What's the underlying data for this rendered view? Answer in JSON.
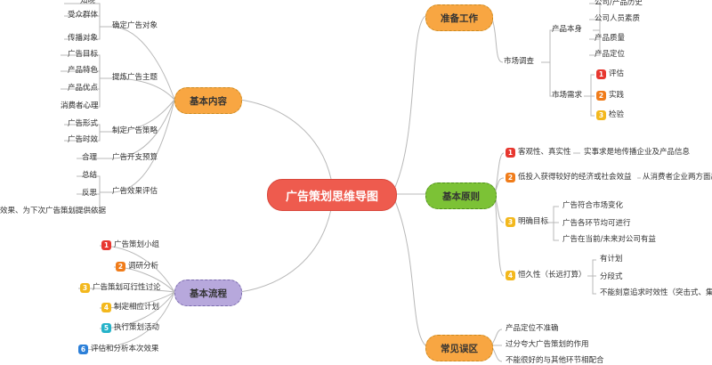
{
  "center": "广告策划思维导图",
  "branches": {
    "basic_content": {
      "label": "基本内容",
      "groups": {
        "target": {
          "label": "确定广告对象",
          "items": [
            "知晓",
            "受众群体",
            "传播对象"
          ]
        },
        "theme": {
          "label": "提炼广告主题",
          "items": [
            "广告目标",
            "产品特色",
            "产品优点",
            "消费者心理"
          ]
        },
        "strategy": {
          "label": "制定广告策略",
          "items": [
            "广告形式",
            "广告时效"
          ]
        },
        "budget": {
          "label": "广告开支预算",
          "items": [
            "合理"
          ]
        },
        "evaluate": {
          "label": "广告效果评估",
          "items": [
            "总结",
            "反思"
          ],
          "note": "效果、为下次广告策划提供依据"
        }
      }
    },
    "process": {
      "label": "基本流程",
      "items": [
        {
          "num": "1",
          "text": "广告策划小组"
        },
        {
          "num": "2",
          "text": "调研分析"
        },
        {
          "num": "3",
          "text": "广告策划可行性讨论"
        },
        {
          "num": "4",
          "text": "制定相应计划"
        },
        {
          "num": "5",
          "text": "执行策划活动"
        },
        {
          "num": "6",
          "text": "评估和分析本次效果"
        }
      ]
    },
    "preparation": {
      "label": "准备工作",
      "market": "市场调查",
      "product": {
        "label": "产品本身",
        "items": [
          "公司/产品历史",
          "公司人员素质",
          "产品质量",
          "产品定位"
        ]
      },
      "demand": {
        "label": "市场需求",
        "items": [
          {
            "num": "1",
            "text": "评估"
          },
          {
            "num": "2",
            "text": "实践"
          },
          {
            "num": "3",
            "text": "检验"
          }
        ]
      }
    },
    "principles": {
      "label": "基本原则",
      "items": [
        {
          "num": "1",
          "text": "客观性、真实性",
          "detail": [
            "实事求是地传播企业及产品信息"
          ]
        },
        {
          "num": "2",
          "text": "低投入获得较好的经济或社会效益",
          "detail": [
            "从消费者企业两方面出"
          ]
        },
        {
          "num": "3",
          "text": "明确目标",
          "detail": [
            "广告符合市场变化",
            "广告各环节均可进行",
            "广告在当前/未来对公司有益"
          ]
        },
        {
          "num": "4",
          "text": "恒久性（长远打算）",
          "detail": [
            "有计划",
            "分段式",
            "不能刻意追求时效性（突击式、集中"
          ]
        }
      ]
    },
    "misconceptions": {
      "label": "常见误区",
      "items": [
        "产品定位不准确",
        "过分夸大广告策划的作用",
        "不能很好的与其他环节相配合"
      ]
    }
  }
}
